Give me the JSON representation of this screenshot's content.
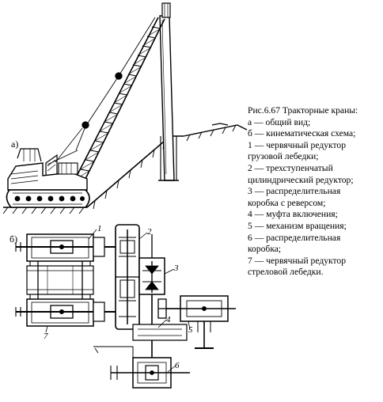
{
  "figure": {
    "panel_a_label": "а)",
    "panel_b_label": "б)",
    "part_numbers": [
      "1",
      "2",
      "3",
      "4",
      "5",
      "6",
      "7"
    ]
  },
  "caption": {
    "lines": [
      "Рис.6.67 Тракторные краны:",
      "а — общий вид;",
      "б — кинематическая схема;",
      "1 — червячный редуктор",
      "грузовой лебедки;",
      "2 — трехступенчатый",
      "цилиндрический редуктор;",
      "3 — распределительная",
      "коробка с реверсом;",
      "4 — муфта включения;",
      "5 — механизм вращения;",
      "6 — распределительная",
      "коробка;",
      "7 — червячный редуктор",
      "стреловой лебедки."
    ]
  }
}
